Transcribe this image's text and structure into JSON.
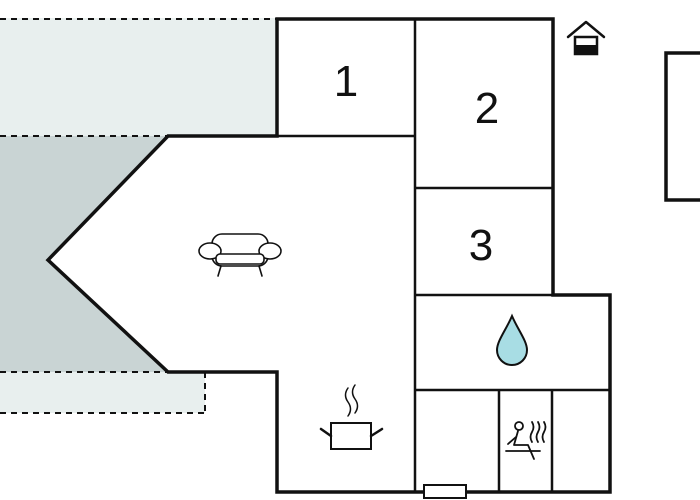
{
  "colors": {
    "wall": "#111111",
    "terrace_light": "#e8efee",
    "terrace_dark": "#c9d4d4",
    "water": "#a8dde4"
  },
  "rooms": {
    "bedroom1_label": "1",
    "bedroom2_label": "2",
    "bedroom3_label": "3"
  },
  "icons": {
    "entrance": "house-entrance-icon",
    "living": "sofa-icon",
    "kitchen": "cooking-pot-icon",
    "bathroom": "water-drop-icon",
    "sauna": "sauna-icon"
  }
}
